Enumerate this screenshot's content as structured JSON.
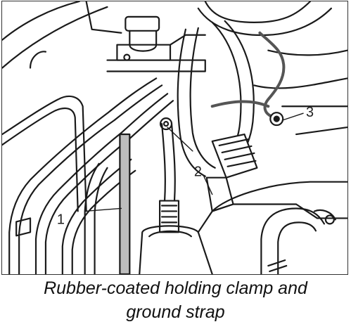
{
  "callouts": {
    "one": "1",
    "two": "2",
    "three": "3"
  },
  "caption": {
    "line1": "Rubber-coated holding clamp and",
    "line2": "ground strap"
  },
  "colors": {
    "line": "#1a1a1a",
    "strap": "#555555",
    "shade": "#bdbdbd",
    "background": "#ffffff"
  }
}
